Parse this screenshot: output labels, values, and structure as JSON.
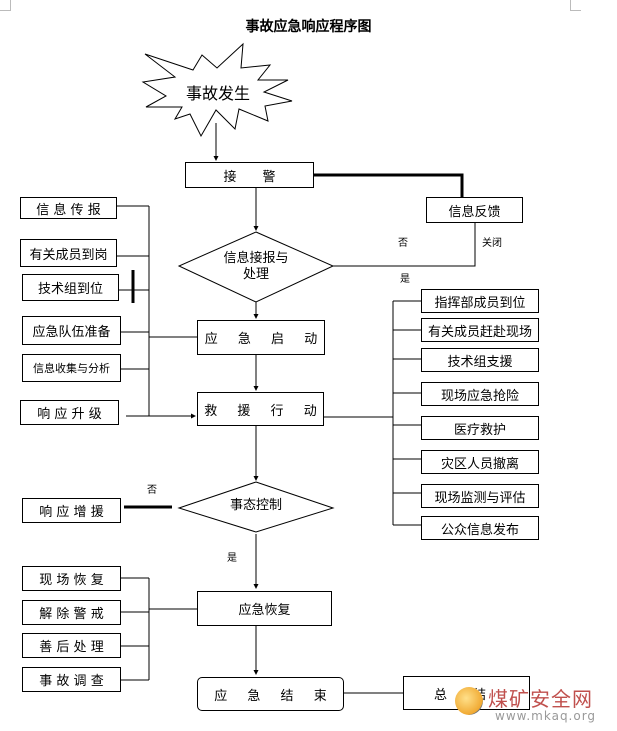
{
  "title": "事故应急响应程序图",
  "start": {
    "label": "事故发生"
  },
  "nodes": {
    "receive_alarm": "接　　警",
    "info_feedback": "信息反馈",
    "decision_info": {
      "line1": "信息接报与",
      "line2": "处理"
    },
    "emergency_start": "应 急 启 动",
    "rescue_action": "救 援 行 动",
    "decision_control": "事态控制",
    "emergency_recovery": "应急恢复",
    "emergency_end": "应 急 结 束",
    "summary": "总　　结"
  },
  "edge_labels": {
    "no_1": "否",
    "yes_1": "是",
    "close": "关闭",
    "no_2": "否",
    "yes_2": "是"
  },
  "left_start_items": [
    "信 息 传 报",
    "有关成员到岗",
    "技术组到位",
    "应急队伍准备",
    "信息收集与分析",
    "响 应 升 级"
  ],
  "right_rescue_items": [
    "指挥部成员到位",
    "有关成员赶赴现场",
    "技术组支援",
    "现场应急抢险",
    "医疗救护",
    "灾区人员撤离",
    "现场监测与评估",
    "公众信息发布"
  ],
  "escalate": "响 应 增 援",
  "left_recovery_items": [
    "现 场 恢 复",
    "解 除 警 戒",
    "善 后 处 理",
    "事 故 调 查"
  ],
  "watermark": {
    "text": "煤矿安全网",
    "url": "www.mkaq.org",
    "color": "#c0504d"
  }
}
